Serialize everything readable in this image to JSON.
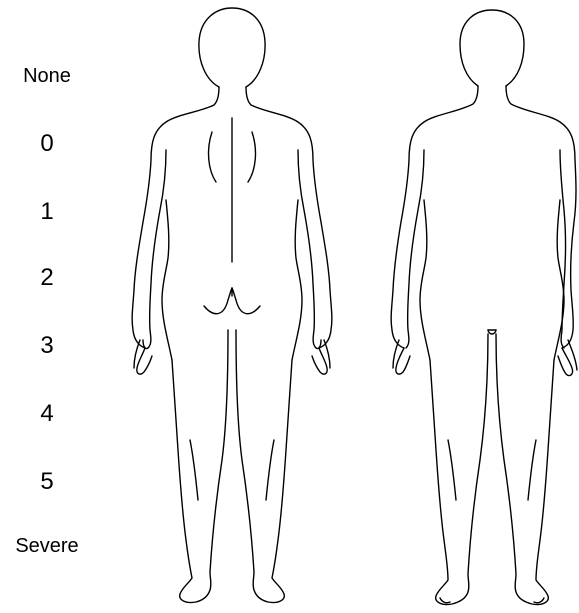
{
  "scale": {
    "top_label": "None",
    "levels": [
      "0",
      "1",
      "2",
      "3",
      "4",
      "5"
    ],
    "bottom_label": "Severe"
  },
  "figures": [
    {
      "view": "back-view-figure"
    },
    {
      "view": "front-view-figure"
    }
  ]
}
